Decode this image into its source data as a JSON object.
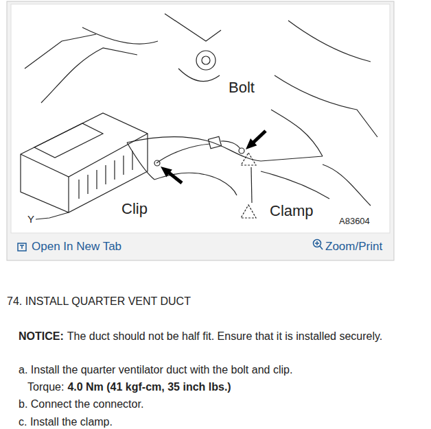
{
  "diagram": {
    "title": "74. INSTALL QUARTER VENT DUCT",
    "labels": [
      "Bolt",
      "Clip",
      "Clamp",
      "A83604",
      "Y",
      "Open In New Tab",
      "Zoom/Print",
      "NOTICE:",
      "The duct should not be half fit. Ensure that it is installed securely.",
      "a. Install the quarter ventilator duct with the bolt and clip.",
      "Torque:",
      "4.0 Nm (41 kgf-cm, 35 inch lbs.)",
      "b. Connect the connector.",
      "c. Install the clamp."
    ]
  }
}
